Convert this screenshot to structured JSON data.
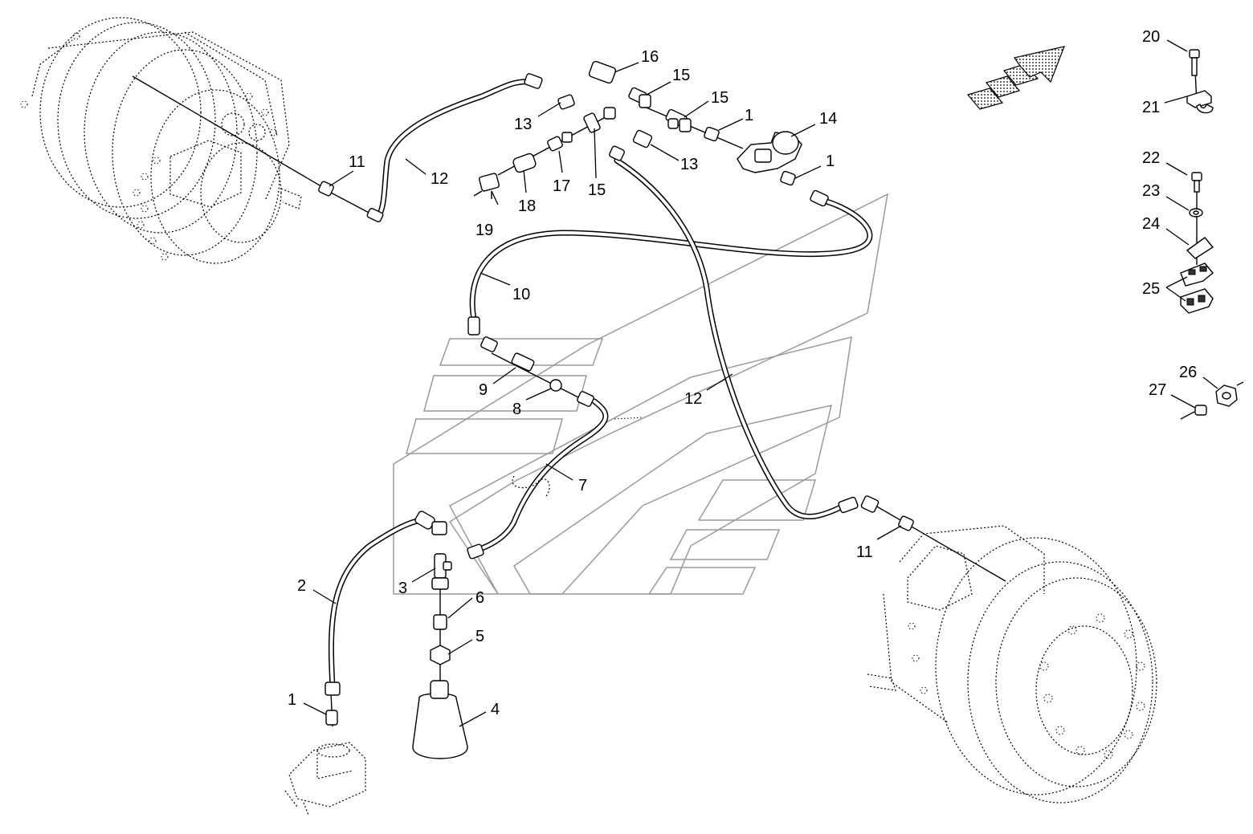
{
  "labels": {
    "l1a": "1",
    "l1b": "1",
    "l1c": "1",
    "l2": "2",
    "l3": "3",
    "l4": "4",
    "l5": "5",
    "l6": "6",
    "l7": "7",
    "l8": "8",
    "l9": "9",
    "l10": "10",
    "l11a": "11",
    "l11b": "11",
    "l12a": "12",
    "l12b": "12",
    "l13a": "13",
    "l13b": "13",
    "l14": "14",
    "l15a": "15",
    "l15b": "15",
    "l15c": "15",
    "l16": "16",
    "l17": "17",
    "l18": "18",
    "l19": "19",
    "l20": "20",
    "l21": "21",
    "l22": "22",
    "l23": "23",
    "l24": "24",
    "l25": "25",
    "l26": "26",
    "l27": "27"
  },
  "colors": {
    "line": "#000000",
    "watermark": "#9a9a9a",
    "background": "#ffffff"
  },
  "icons": {
    "direction": "direction-arrow-icon"
  }
}
